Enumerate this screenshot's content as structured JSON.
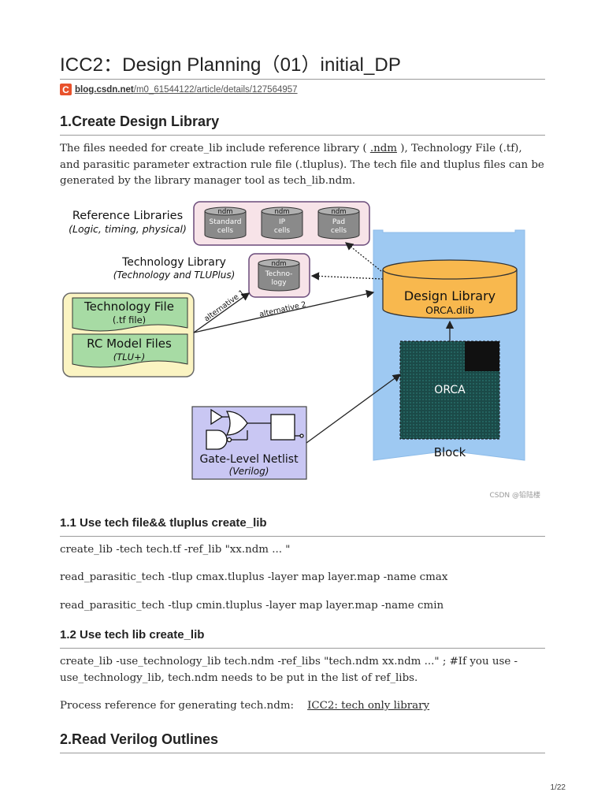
{
  "doc": {
    "title": "ICC2：Design Planning（01）initial_DP",
    "source_logo": "C",
    "source_host": "blog.csdn.net",
    "source_path": "/m0_61544122/article/details/127564957",
    "page_number": "1/22"
  },
  "section1": {
    "heading": "1.Create Design Library",
    "para_before": "The files needed for create_lib include reference library ( ",
    "para_link": ".ndm",
    "para_after": " ), Technology File (.tf), and parasitic parameter extraction rule file (.tluplus). The tech file and tluplus files can be generated by the library manager tool as tech_lib.ndm."
  },
  "diagram": {
    "ref_libs_title": "Reference Libraries",
    "ref_libs_sub": "(Logic, timing, physical)",
    "ref_cells": [
      {
        "tag": "ndm",
        "line1": "Standard",
        "line2": "cells"
      },
      {
        "tag": "ndm",
        "line1": "IP",
        "line2": "cells"
      },
      {
        "tag": "ndm",
        "line1": "Pad",
        "line2": "cells"
      }
    ],
    "tech_lib_title": "Technology Library",
    "tech_lib_sub": "(Technology and TLUPlus)",
    "tech_cyl_tag": "ndm",
    "tech_cyl_line1": "Techno-",
    "tech_cyl_line2": "logy",
    "tech_file_title": "Technology File",
    "tech_file_sub": "(.tf file)",
    "rc_title": "RC Model Files",
    "rc_sub": "(TLU+)",
    "alt1": "alternative 1",
    "alt2": "alternative 2",
    "design_lib_title": "Design Library",
    "design_lib_sub": "ORCA.dlib",
    "orca_label": "ORCA",
    "block_label": "Block",
    "netlist_title": "Gate-Level Netlist",
    "netlist_sub": "(Verilog)",
    "watermark": "CSDN @铅陆楼"
  },
  "section11": {
    "heading": "1.1 Use tech file&& tluplus create_lib",
    "cmd1": "create_lib -tech tech.tf -ref_lib \"xx.ndm ... \"",
    "cmd2": "read_parasitic_tech -tlup cmax.tluplus -layer map layer.map -name cmax",
    "cmd3": "read_parasitic_tech -tlup cmin.tluplus -layer map layer.map -name cmin"
  },
  "section12": {
    "heading": "1.2 Use tech lib create_lib",
    "para1": "create_lib -use_technology_lib tech.ndm -ref_libs \"tech.ndm xx.ndm ...\" ; #If you use -use_technology_lib, tech.ndm needs to be put in the list of ref_libs.",
    "para2_text": "Process reference for generating tech.ndm:",
    "para2_link": "ICC2: tech only library"
  },
  "section2": {
    "heading": "2.Read Verilog Outlines"
  },
  "colors": {
    "block_blue": "#9ec9f2",
    "design_lib_orange": "#f8b84e",
    "file_green": "#a7dba4",
    "file_panel_yellow": "#fbf4c2",
    "ref_panel_pink": "#f7e3e8",
    "netlist_lavender": "#c9c7f3",
    "orca_teal": "#1b4a48"
  }
}
